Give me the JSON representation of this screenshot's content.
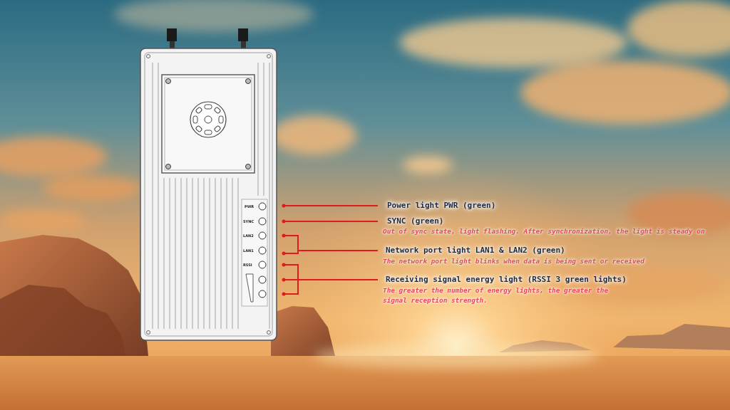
{
  "diagram": {
    "labels": [
      "PWR",
      "SYNC",
      "LAN2",
      "LAN1",
      "RSSI",
      "Power light PWR (green)",
      "SYNC (green)",
      "Out of sync state, light flashing. After synchronization, the light is steady on",
      "Network port light LAN1 & LAN2 (green)",
      "The network port light blinks when data is being sent or received",
      "Receiving signal energy light (RSSI 3 green lights)",
      "The greater the number of energy lights, the greater the signal reception strength."
    ]
  }
}
